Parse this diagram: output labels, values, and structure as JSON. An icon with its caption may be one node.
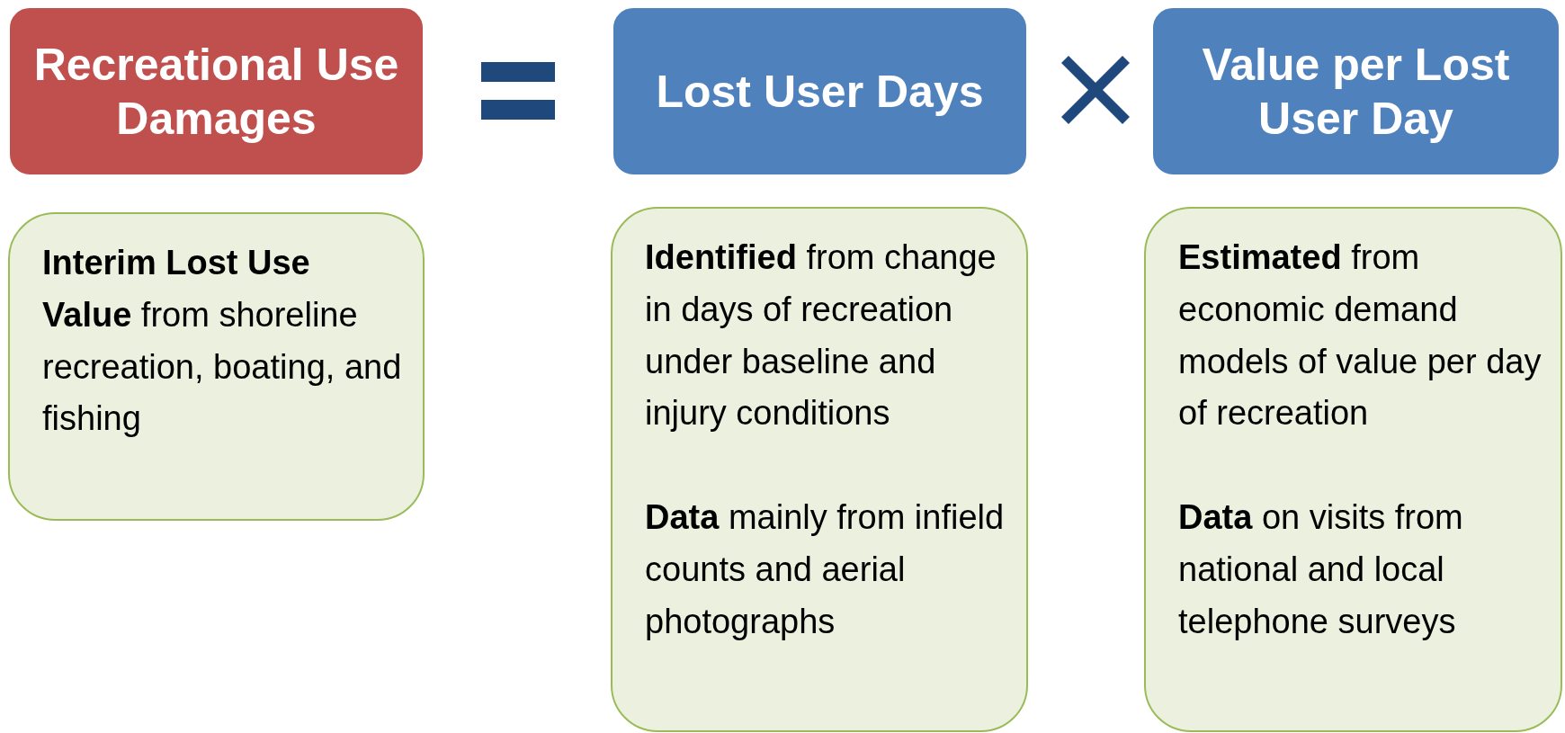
{
  "diagram": {
    "nodes": [
      {
        "text": [
          "Recreational Use Damages"
        ]
      },
      {
        "text": [
          "Lost User Days"
        ]
      },
      {
        "text": [
          "Value per Lost User Day"
        ]
      },
      {
        "text": [
          "**Interim Lost Use Value** from shoreline recreation, boating, and fishing"
        ]
      },
      {
        "text": [
          "**Identified** from change in days of recreation under baseline and injury conditions",
          "**Data** mainly from infield counts and aerial photographs"
        ]
      },
      {
        "text": [
          "**Estimated** from economic demand models of value per day of recreation",
          "**Data** on visits from national and local telephone surveys"
        ]
      }
    ]
  }
}
